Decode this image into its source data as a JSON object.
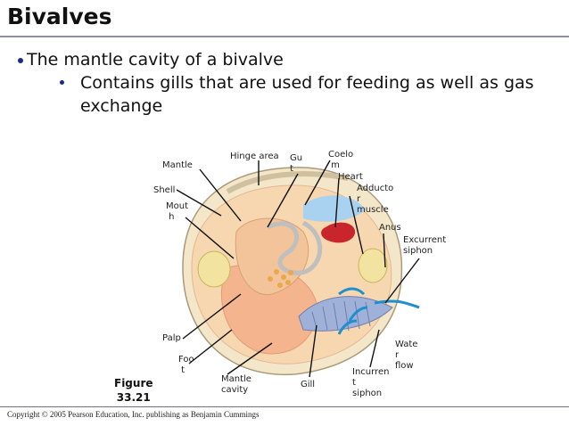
{
  "slide": {
    "title": "Bivalves",
    "bullet_main": "The mantle cavity of a bivalve",
    "bullet_sub": "Contains gills that are used for feeding as well as gas exchange"
  },
  "figure": {
    "caption_line1": "Figure",
    "caption_line2": "33.21",
    "labels": {
      "mantle": "Mantle",
      "hinge_area": "Hinge area",
      "gut": "Gu\nt",
      "coelom": "Coelo\n m",
      "heart": "Heart",
      "adductor_muscle": "Adducto\nr\nmuscle",
      "shell": "Shell",
      "mouth": "Mout\n h",
      "anus": "Anus",
      "excurrent_siphon": "Excurrent\nsiphon",
      "palp": "Palp",
      "foot": "Foo\n t",
      "mantle_cavity": "Mantle\ncavity",
      "gill": "Gill",
      "incurrent_siphon": "Incurren\nt\nsiphon",
      "water_flow": "Wate\nr\nflow"
    }
  },
  "footer": {
    "copyright": "Copyright © 2005 Pearson Education, Inc. publishing as Benjamin Cummings"
  },
  "colors": {
    "title_rule": "#8e8ea8",
    "bullet": "#1a2a8c",
    "water_arrow": "#1f8fd0",
    "heart": "#c8262c",
    "foot": "#f4b58e",
    "mantle": "#f7d7b0"
  }
}
